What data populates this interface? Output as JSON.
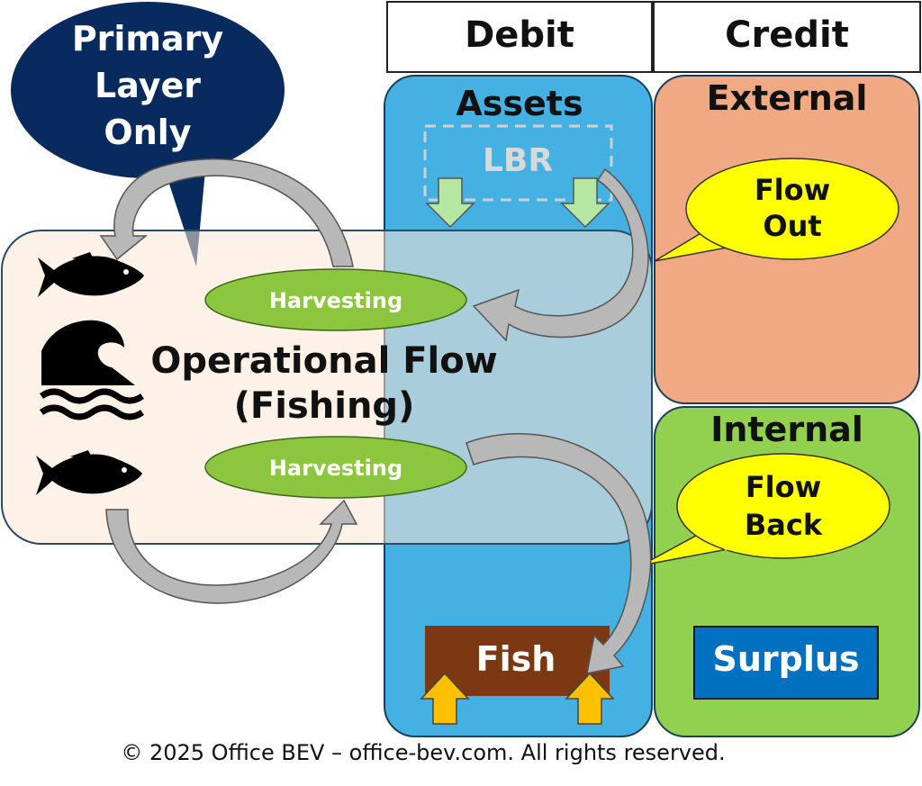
{
  "header": {
    "debit": "Debit",
    "credit": "Credit"
  },
  "assets": {
    "title": "Assets",
    "lbr": "LBR",
    "fish": "Fish"
  },
  "external": {
    "title": "External",
    "callout_line1": "Flow",
    "callout_line2": "Out"
  },
  "internal": {
    "title": "Internal",
    "callout_line1": "Flow",
    "callout_line2": "Back",
    "surplus": "Surplus"
  },
  "speech_bubble": {
    "line1": "Primary",
    "line2": "Layer",
    "line3": "Only"
  },
  "operational": {
    "line1": "Operational Flow",
    "line2": "(Fishing)",
    "harvest_top": "Harvesting",
    "harvest_bottom": "Harvesting"
  },
  "icons": [
    "fish-icon",
    "wave-icon",
    "fish-icon"
  ],
  "colors": {
    "assets": "#45b0e2",
    "external": "#f0a983",
    "internal": "#92d050",
    "operational": "#fbe5d6",
    "bubble": "#082a5e",
    "callout": "#ffff00",
    "harvest": "#8cc63f",
    "fish_box": "#7b3812",
    "surplus": "#0070c0",
    "up_arrow": "#ffc000",
    "down_arrow": "#b5e6a2",
    "flow_arrow": "#b8b8b8"
  },
  "footer": {
    "copyright": "© 2025 Office BEV – office-bev.com. All rights reserved."
  }
}
